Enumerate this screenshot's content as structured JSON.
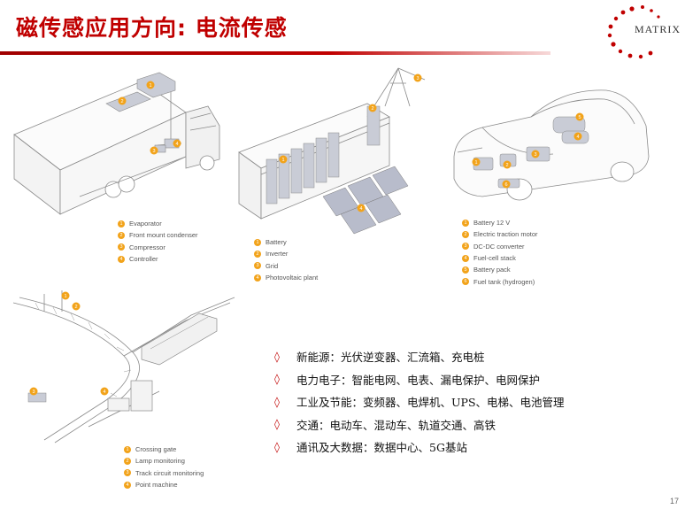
{
  "slide": {
    "title": "磁传感应用方向: 电流传感",
    "page_number": "17",
    "brand": {
      "logo_text": "MATRIX",
      "accent_color": "#c00000"
    }
  },
  "legends": {
    "truck": [
      "Evaporator",
      "Front mount condenser",
      "Compressor",
      "Controller"
    ],
    "solar": [
      "Battery",
      "Inverter",
      "Grid",
      "Photovoltaic plant"
    ],
    "car": [
      "Battery 12 V",
      "Electric traction motor",
      "DC-DC converter",
      "Fuel-cell stack",
      "Battery pack",
      "Fuel tank (hydrogen)"
    ],
    "rail": [
      "Crossing gate",
      "Lamp monitoring",
      "Track circuit monitoring",
      "Point machine"
    ]
  },
  "badge_numbers": [
    "1",
    "2",
    "3",
    "4",
    "5",
    "6"
  ],
  "bullets": [
    "新能源：光伏逆变器、汇流箱、充电桩",
    "电力电子：智能电网、电表、漏电保护、电网保护",
    "工业及节能：变频器、电焊机、UPS、电梯、电池管理",
    "交通：电动车、混动车、轨道交通、高铁",
    "通讯及大数据：数据中心、5G基站"
  ],
  "bullet_marker": "◊",
  "colors": {
    "badge": "#f2a31a",
    "highlight": "#c9ccd6",
    "line": "#8a8a8a"
  }
}
